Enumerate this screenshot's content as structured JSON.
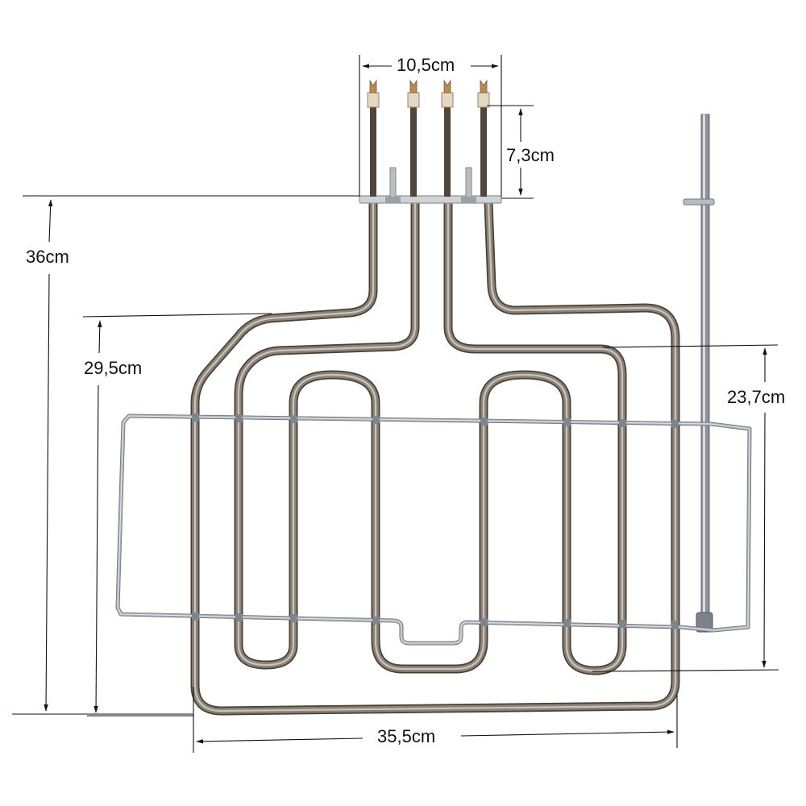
{
  "dimensions": {
    "terminal_spacing": "10,5cm",
    "terminal_length": "7,3cm",
    "overall_height": "36cm",
    "element_height": "29,5cm",
    "frame_height": "23,7cm",
    "overall_width": "35,5cm"
  },
  "colors": {
    "background": "#ffffff",
    "dimension_line": "#111111",
    "tube_dark": "#4a4038",
    "tube_mid": "#8a8178",
    "tube_light": "#c9c3bb",
    "bracket_wire": "#a7abb0",
    "bracket_highlight": "#e6e8ea",
    "terminal_plate": "#cfd3d6",
    "terminal_tip": "#b58a57"
  }
}
